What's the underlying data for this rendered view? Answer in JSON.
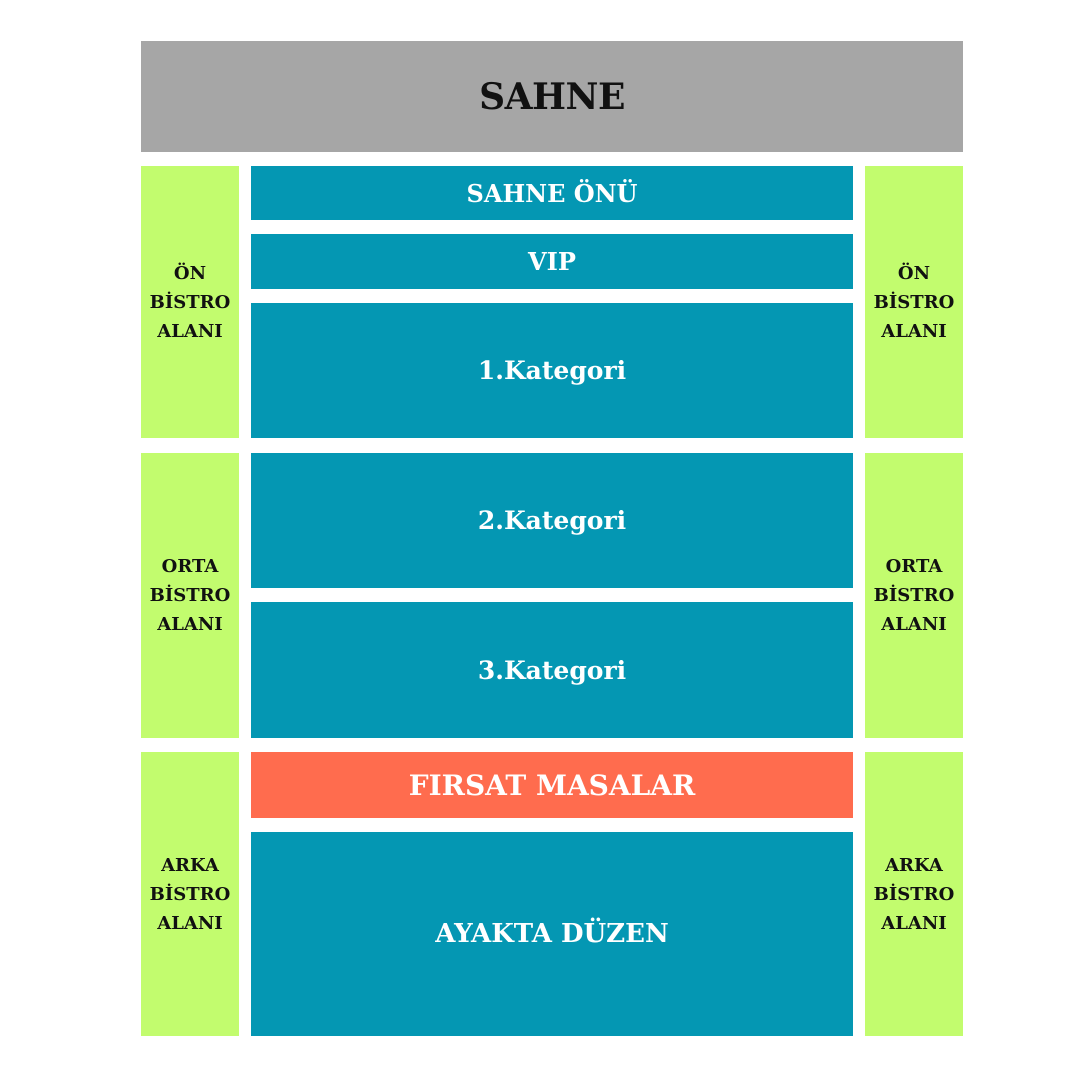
{
  "colors": {
    "stage": "#a6a6a6",
    "side": "#c2fc6e",
    "section": "#0497b3",
    "highlight": "#ff6c4e",
    "side_text": "#111111",
    "stage_text": "#111111",
    "section_text": "#ffffff"
  },
  "stage": {
    "label": "SAHNE"
  },
  "sections": [
    {
      "label": "SAHNE ÖNÜ"
    },
    {
      "label": "VIP"
    },
    {
      "label": "1.Kategori"
    },
    {
      "label": "2.Kategori"
    },
    {
      "label": "3.Kategori"
    },
    {
      "label": "FIRSAT MASALAR"
    },
    {
      "label": "AYAKTA DÜZEN"
    }
  ],
  "bistro": {
    "front_left": "ÖN\nBİSTRO\nALANI",
    "front_right": "ÖN\nBİSTRO\nALANI",
    "middle_left": "ORTA\nBİSTRO\nALANI",
    "middle_right": "ORTA\nBİSTRO\nALANI",
    "back_left": "ARKA\nBİSTRO\nALANI",
    "back_right": "ARKA\nBİSTRO\nALANI"
  }
}
